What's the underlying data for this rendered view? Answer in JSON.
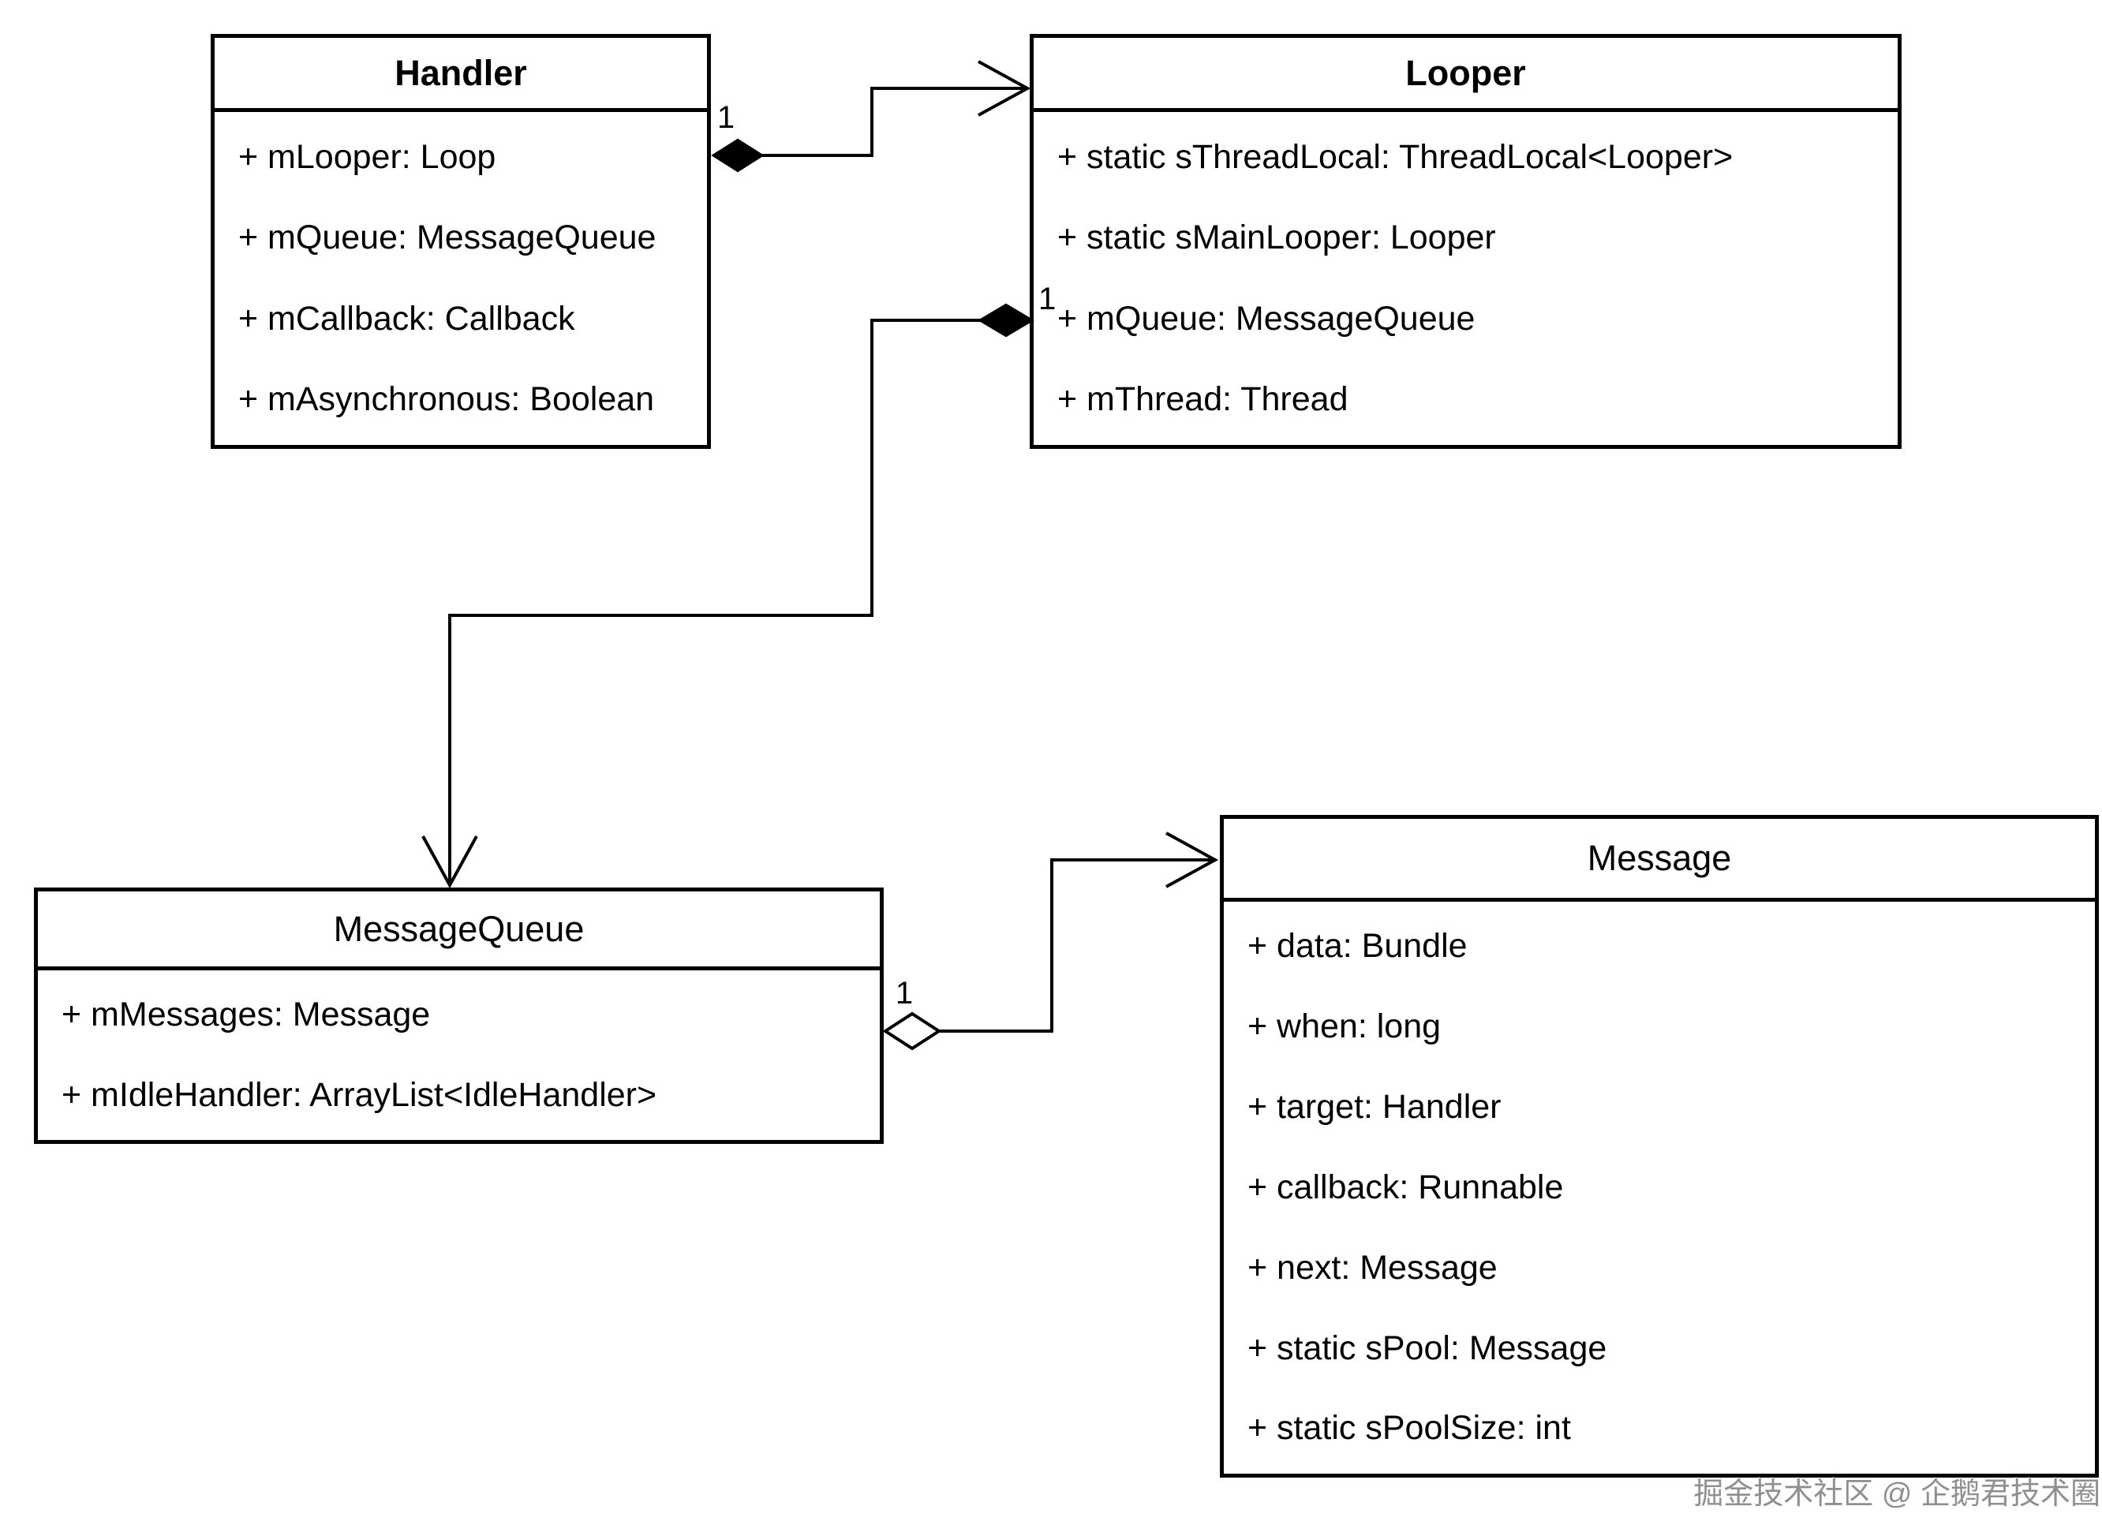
{
  "watermark": "掘金技术社区 @ 企鹅君技术圈",
  "colors": {
    "line": "#000000",
    "background": "#ffffff",
    "watermark": "#8f8f8f"
  },
  "classes": {
    "handler": {
      "title": "Handler",
      "attributes": [
        "+ mLooper: Loop",
        "+ mQueue: MessageQueue",
        "+ mCallback: Callback",
        "+ mAsynchronous: Boolean"
      ]
    },
    "looper": {
      "title": "Looper",
      "attributes": [
        "+ static sThreadLocal: ThreadLocal<Looper>",
        "+ static sMainLooper: Looper",
        "+ mQueue: MessageQueue",
        "+ mThread: Thread"
      ]
    },
    "messagequeue": {
      "title": "MessageQueue",
      "attributes": [
        "+ mMessages: Message",
        "+ mIdleHandler: ArrayList<IdleHandler>"
      ]
    },
    "message": {
      "title": "Message",
      "attributes": [
        "+ data: Bundle",
        "+ when: long",
        "+ target: Handler",
        "+ callback: Runnable",
        "+ next: Message",
        "+ static sPool: Message",
        "+ static sPoolSize: int"
      ]
    }
  },
  "connectors": {
    "handler_looper": {
      "type": "composition",
      "multiplicity": "1"
    },
    "looper_messagequeue": {
      "type": "composition",
      "multiplicity": "1"
    },
    "messagequeue_message": {
      "type": "aggregation",
      "multiplicity": "1"
    }
  }
}
